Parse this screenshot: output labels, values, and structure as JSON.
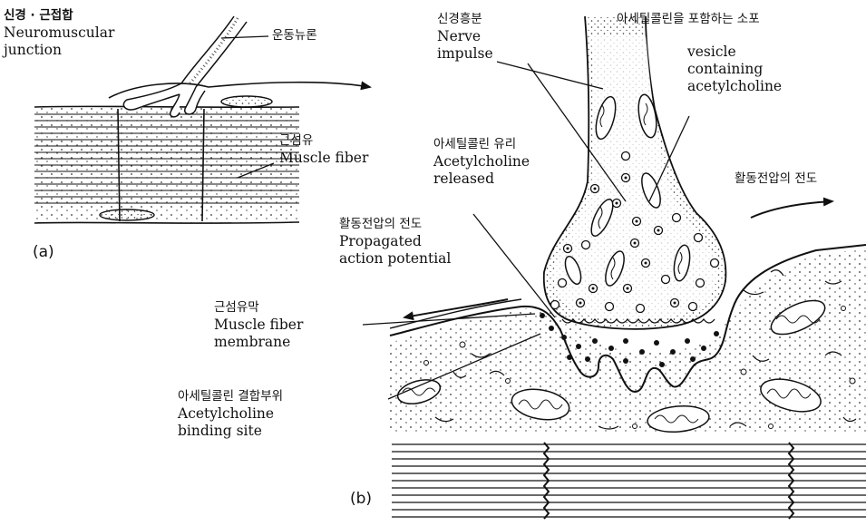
{
  "panels": {
    "a": "(a)",
    "b": "(b)"
  },
  "labels": {
    "nmj_ko": "신경 · 근접합",
    "nmj_en_1": "Neuromuscular",
    "nmj_en_2": "junction",
    "motor_neuron_ko": "운동뉴론",
    "muscle_fiber_ko": "근섬유",
    "muscle_fiber_en": "Muscle fiber",
    "nerve_impulse_ko": "신경흥분",
    "nerve_impulse_en_1": "Nerve",
    "nerve_impulse_en_2": "impulse",
    "vesicle_ko": "아세틸콜린을 포함하는 소포",
    "vesicle_en_1": "vesicle",
    "vesicle_en_2": "containing",
    "vesicle_en_3": "acetylcholine",
    "ach_released_ko": "아세틸콜린 유리",
    "ach_released_en_1": "Acetylcholine",
    "ach_released_en_2": "released",
    "ap_right_ko": "활동전압의 전도",
    "ap_left_ko": "활동전압의 전도",
    "ap_left_en_1": "Propagated",
    "ap_left_en_2": "action potential",
    "membrane_ko": "근섬유막",
    "membrane_en_1": "Muscle fiber",
    "membrane_en_2": "membrane",
    "binding_ko": "아세틸콜린 결합부위",
    "binding_en_1": "Acetylcholine",
    "binding_en_2": "binding site"
  }
}
